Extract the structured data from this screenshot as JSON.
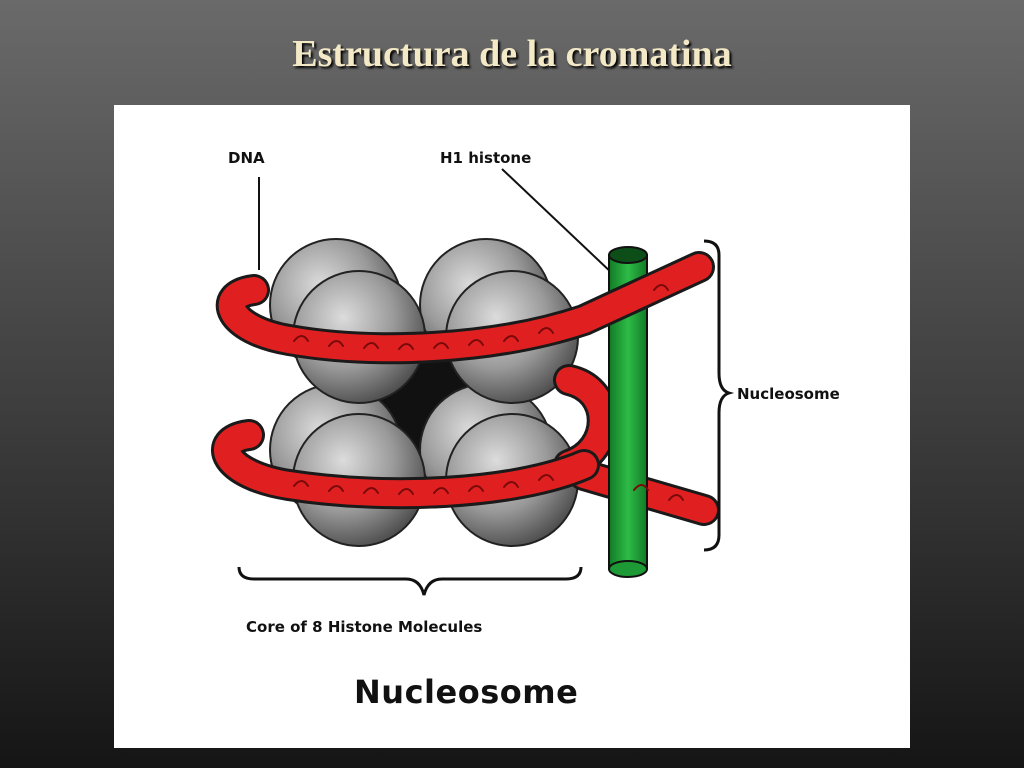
{
  "slide": {
    "title": "Estructura de la cromatina"
  },
  "diagram": {
    "labels": {
      "dna": "DNA",
      "h1_histone": "H1 histone",
      "nucleosome_side": "Nucleosome",
      "core": "Core of 8 Histone Molecules",
      "caption": "Nucleosome"
    },
    "colors": {
      "dna_strand": "#e02020",
      "h1_histone": "#21a83a",
      "histone_sphere": "#8a8a8a",
      "title_text": "#f3e9c6"
    }
  }
}
